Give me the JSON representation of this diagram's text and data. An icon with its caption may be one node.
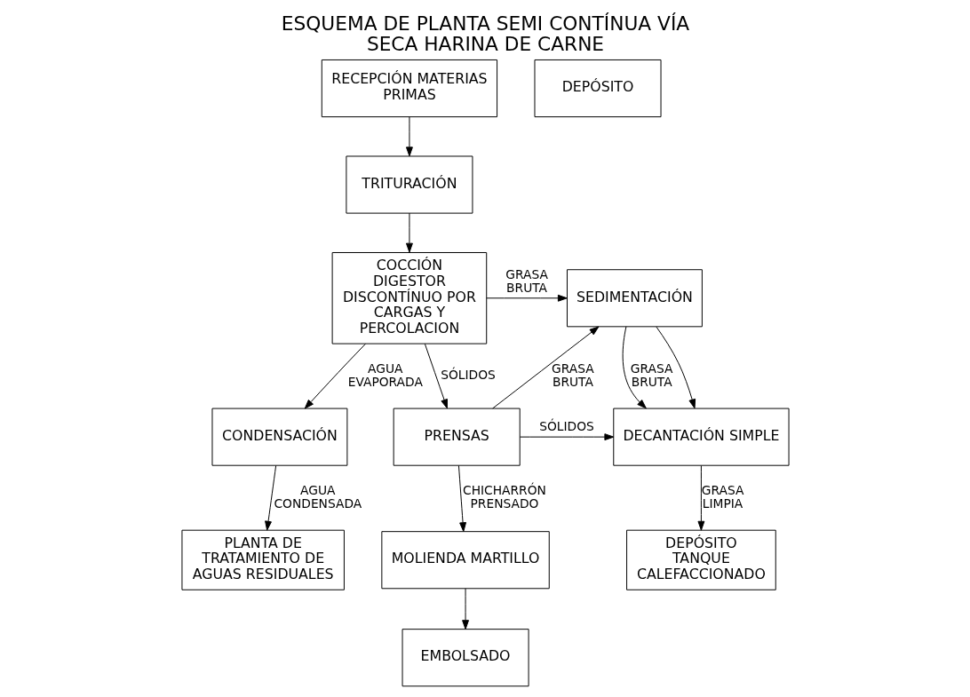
{
  "diagram": {
    "title": "ESQUEMA DE PLANTA SEMI CONTÍNUA VÍA SECA HARINA DE CARNE",
    "nodes": [
      {
        "text": [
          "RECEPCIÓN MATERIAS PRIMAS"
        ]
      },
      {
        "text": [
          "TRITURACIÓN"
        ]
      },
      {
        "text": [
          "COCCIÓN",
          "DIGESTOR DISCONTÍNUO POR CARGAS Y PERCOLACION"
        ]
      },
      {
        "text": [
          "CONDENSACIÓN"
        ]
      },
      {
        "text": [
          "PLANTA DE TRATAMIENTO DE AGUAS RESIDUALES"
        ]
      },
      {
        "text": [
          "SEDIMENTACIÓN"
        ]
      },
      {
        "text": [
          "PRENSAS"
        ]
      },
      {
        "text": [
          "DECANTACIÓN SIMPLE"
        ]
      },
      {
        "text": [
          "MOLIENDA MARTILLO"
        ]
      },
      {
        "text": [
          "DEPÓSITO",
          "TANQUE CALEFACCIONADO"
        ]
      },
      {
        "text": [
          "EMBOLSADO"
        ]
      },
      {
        "text": [
          "DEPÓSITO"
        ]
      }
    ],
    "edges": [
      {
        "from": 0,
        "to": 1,
        "arrow": "to"
      },
      {
        "from": 1,
        "to": 2,
        "arrow": "to"
      },
      {
        "from": 2,
        "to": 3,
        "arrow": "to",
        "label": "AGUA EVAPORADA"
      },
      {
        "from": 3,
        "to": 4,
        "arrow": "to",
        "label": "AGUA CONDENSADA"
      },
      {
        "from": 2,
        "to": 5,
        "arrow": "to",
        "label": "GRASA BRUTA"
      },
      {
        "from": 2,
        "to": 6,
        "arrow": "to",
        "label": "SÓLIDOS"
      },
      {
        "from": 6,
        "to": 5,
        "arrow": "to",
        "label": "GRASA BRUTA"
      },
      {
        "from": 6,
        "to": 7,
        "arrow": "to",
        "label": "SÓLIDOS"
      },
      {
        "from": 5,
        "to": 7,
        "arrow": "to",
        "label": "GRASA BRUTA"
      },
      {
        "from": 5,
        "to": 7,
        "arrow": "to"
      },
      {
        "from": 7,
        "to": 9,
        "arrow": "to",
        "label": "GRASA LIMPIA"
      },
      {
        "from": 6,
        "to": 8,
        "arrow": "to",
        "label": "CHICHARRÓN PRENSADO"
      },
      {
        "from": 8,
        "to": 10,
        "arrow": "to"
      }
    ]
  }
}
